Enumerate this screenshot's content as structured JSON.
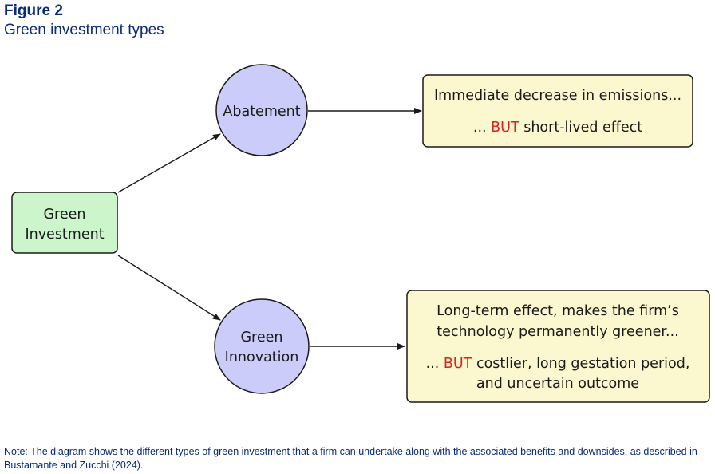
{
  "figure": {
    "label": "Figure 2",
    "title": "Green investment types"
  },
  "diagram": {
    "nodes": {
      "source": {
        "line1": "Green",
        "line2": "Investment"
      },
      "abatement": {
        "label": "Abatement"
      },
      "innovation": {
        "line1": "Green",
        "line2": "Innovation"
      }
    },
    "outcomes": {
      "abatement": {
        "line1": "Immediate decrease in emissions...",
        "line2_prefix": "... ",
        "line2_emphasis": "BUT",
        "line2_rest": " short-lived effect"
      },
      "innovation": {
        "line1": "Long-term effect, makes the firm’s",
        "line2": "technology permanently greener...",
        "line3_prefix": "... ",
        "line3_emphasis": "BUT",
        "line3_rest": " costlier, long gestation period,",
        "line4": "and uncertain outcome"
      }
    },
    "colors": {
      "source_fill": "#ccf5cc",
      "circle_fill": "#ccccfa",
      "outcome_fill": "#fbf7cf",
      "emphasis": "#e0201c",
      "title_blue": "#0a2a7a"
    }
  },
  "note": "Note: The diagram shows the different types of green investment that a firm can undertake along with the associated benefits and downsides, as described in Bustamante and Zucchi (2024)."
}
